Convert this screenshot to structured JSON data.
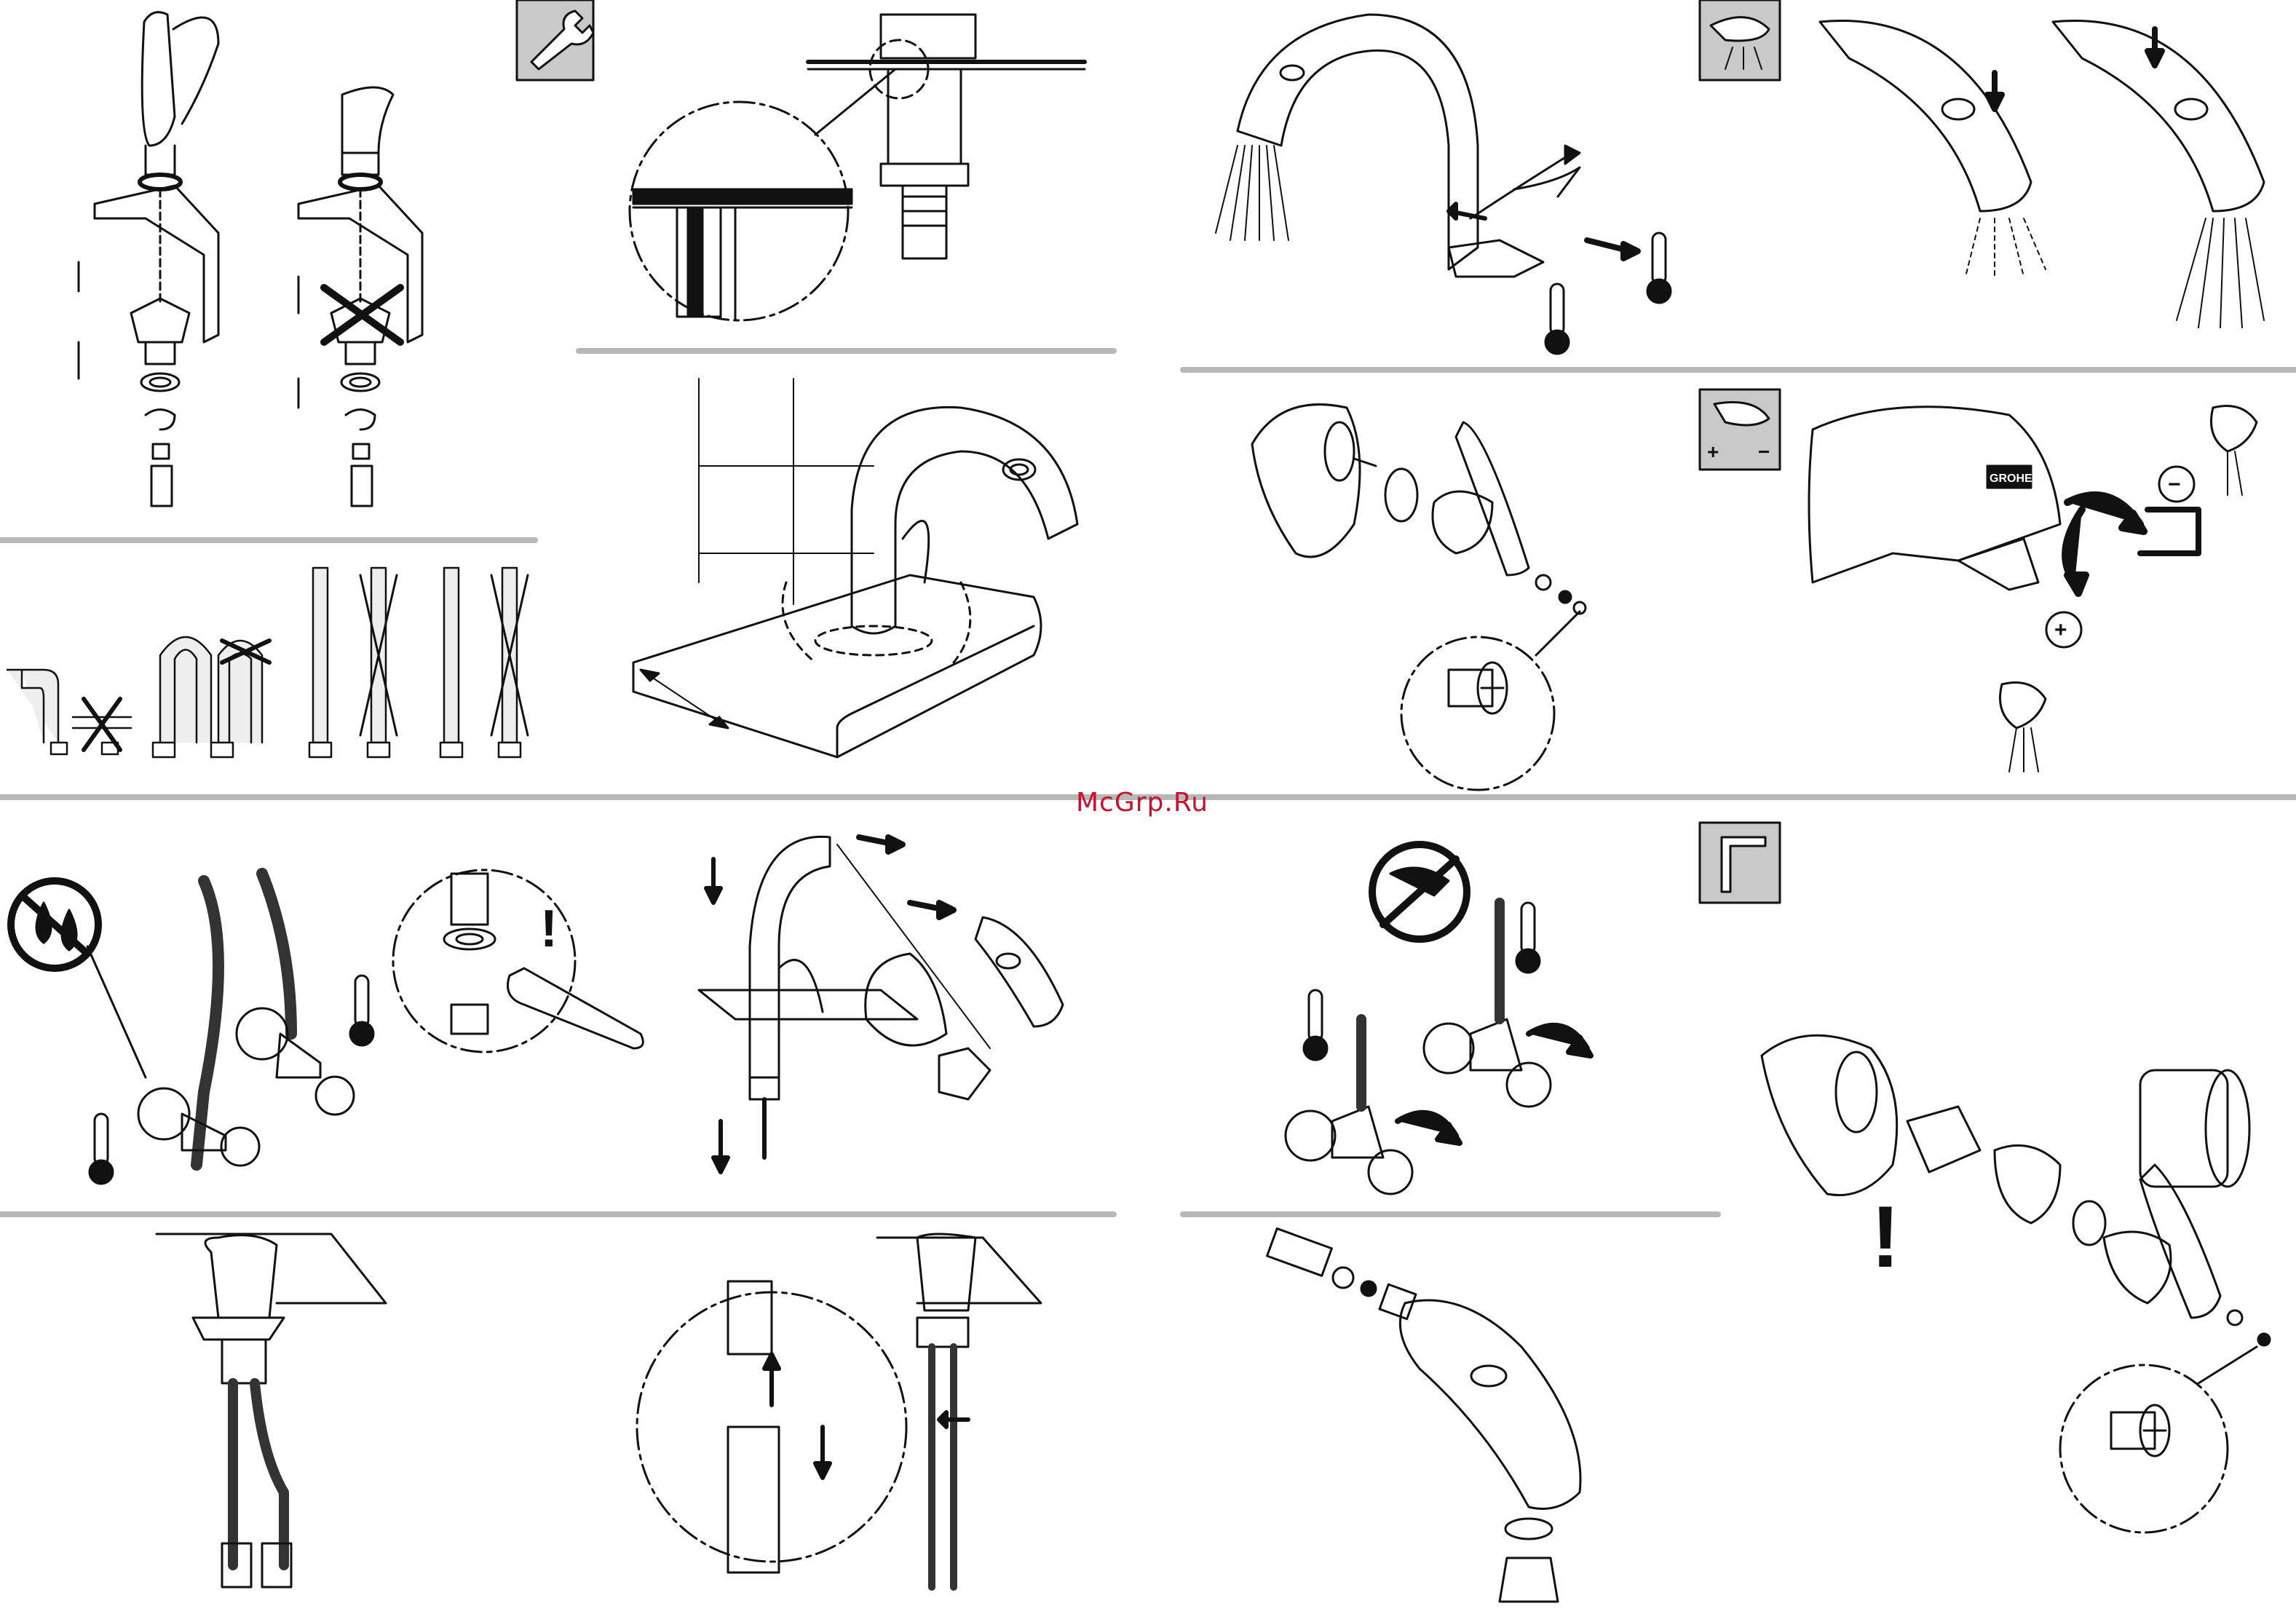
{
  "watermark": {
    "text": "McGrp.Ru"
  },
  "colors": {
    "line": "#111111",
    "divider": "#b8b8b8",
    "icon_tile": "#c9c9c9",
    "watermark": "#c8102e"
  },
  "symbols": {
    "plus": "+",
    "minus": "−",
    "warning": "!",
    "aerator_tile_plus": "+",
    "aerator_tile_minus": "−",
    "brand_badge": "GROHE"
  },
  "panels": [
    {
      "name": "mounting-steps",
      "icons": [
        "wrench-icon"
      ]
    },
    {
      "name": "countertop-detail",
      "icons": []
    },
    {
      "name": "hose-bending-rules",
      "icons": []
    },
    {
      "name": "faucet-clearance",
      "icons": []
    },
    {
      "name": "no-water-pressure-test",
      "icons": [
        "no-water-icon",
        "thermometer-icon"
      ]
    },
    {
      "name": "pull-out-hose-connection",
      "icons": []
    },
    {
      "name": "hose-routing",
      "icons": []
    },
    {
      "name": "quick-connect-detail",
      "icons": []
    },
    {
      "name": "temperature-operation",
      "icons": [
        "thermometer-icon"
      ]
    },
    {
      "name": "spray-modes",
      "icons": [
        "spray-mode-icon"
      ]
    },
    {
      "name": "handle-disassembly",
      "icons": []
    },
    {
      "name": "temperature-limiter",
      "icons": [
        "flow-limiter-icon"
      ]
    },
    {
      "name": "shut-off-valves",
      "icons": [
        "no-spray-icon"
      ]
    },
    {
      "name": "cartridge-replacement",
      "icons": [
        "hex-key-icon"
      ]
    },
    {
      "name": "spray-head-aerator",
      "icons": []
    }
  ]
}
